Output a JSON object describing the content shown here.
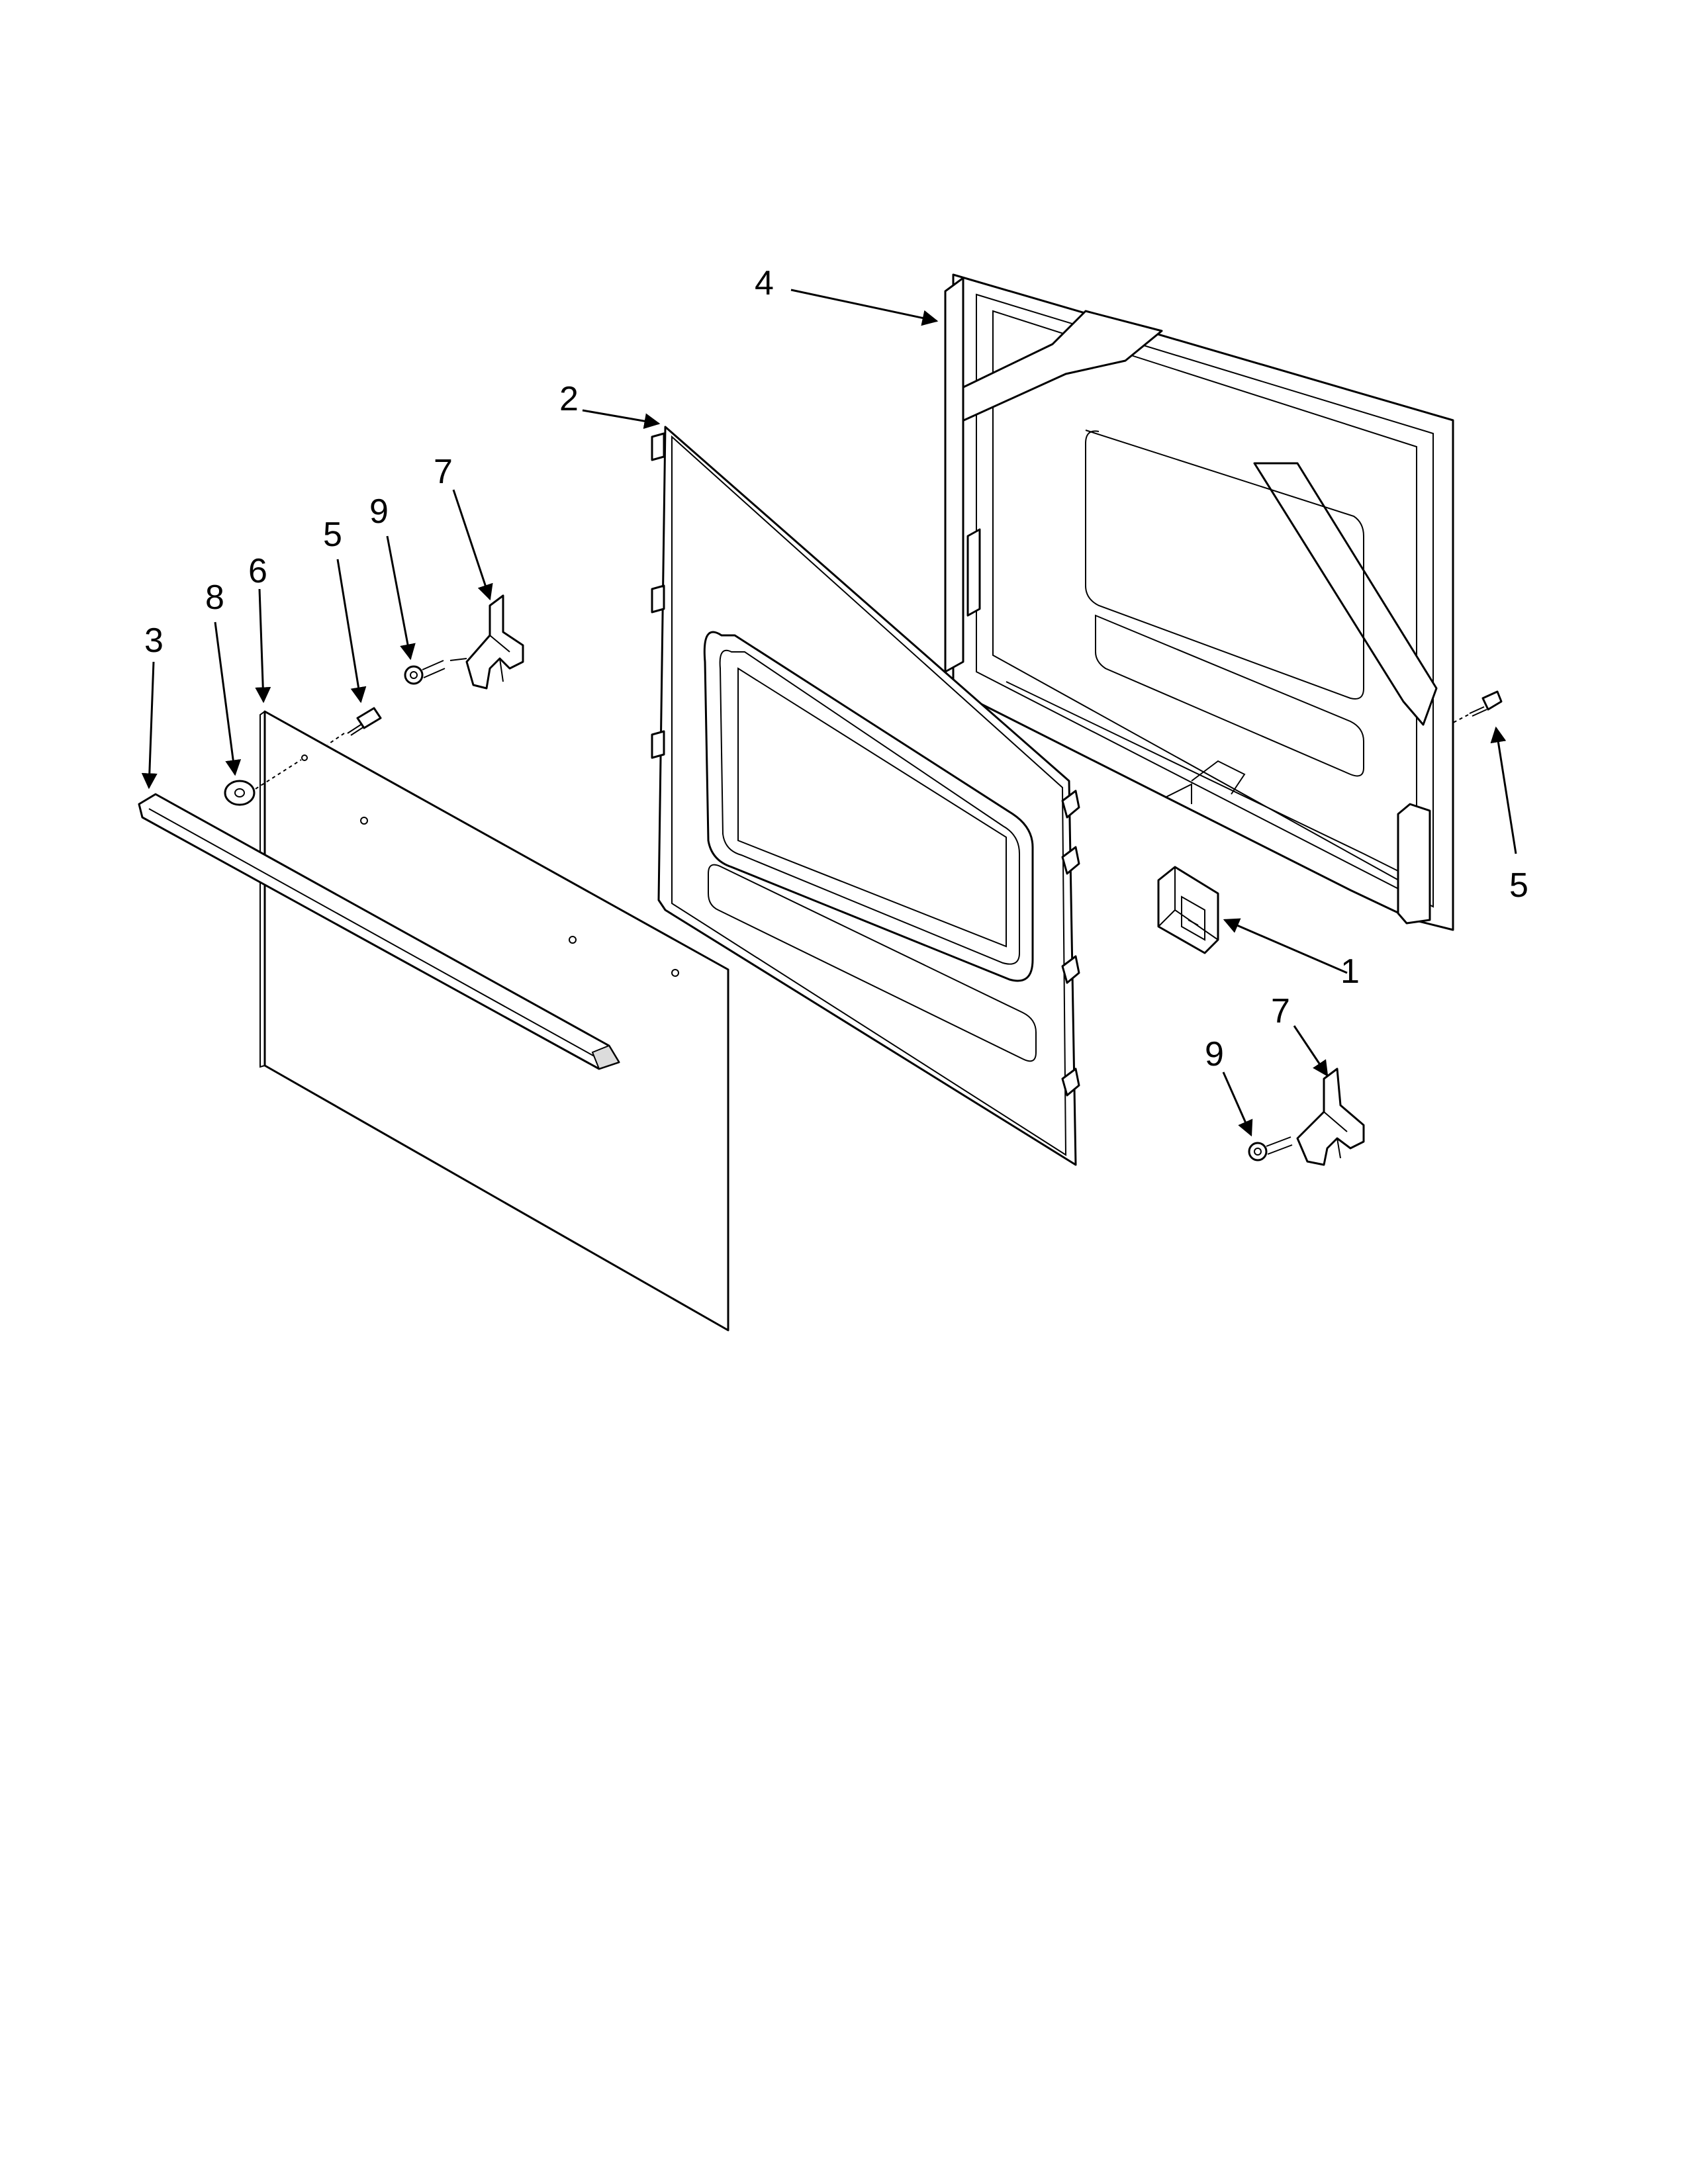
{
  "diagram": {
    "callouts": {
      "c1": "1",
      "c2": "2",
      "c3": "3",
      "c4": "4",
      "c5a": "5",
      "c5b": "5",
      "c6": "6",
      "c7a": "7",
      "c7b": "7",
      "c8": "8",
      "c9a": "9",
      "c9b": "9"
    }
  }
}
